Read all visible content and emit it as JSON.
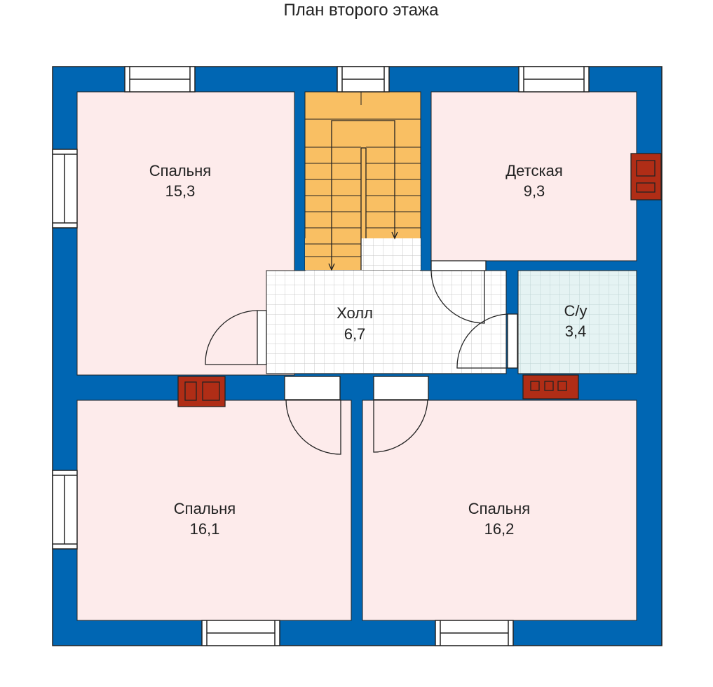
{
  "title": "План второго этажа",
  "rooms": [
    {
      "id": "bedroom-nw",
      "name": "Спальня",
      "area": "15,3"
    },
    {
      "id": "kids-room",
      "name": "Детская",
      "area": "9,3"
    },
    {
      "id": "hall",
      "name": "Холл",
      "area": "6,7"
    },
    {
      "id": "bathroom",
      "name": "С/у",
      "area": "3,4"
    },
    {
      "id": "bedroom-sw",
      "name": "Спальня",
      "area": "16,1"
    },
    {
      "id": "bedroom-se",
      "name": "Спальня",
      "area": "16,2"
    }
  ],
  "colors": {
    "wall": "#0066b3",
    "bedroom": "#fdebeb",
    "stairs": "#f9bf63",
    "hall_tile": "#ffffff",
    "bath_tile": "#e5f3f3",
    "chimney": "#b02d16",
    "window": "#ffffff"
  }
}
